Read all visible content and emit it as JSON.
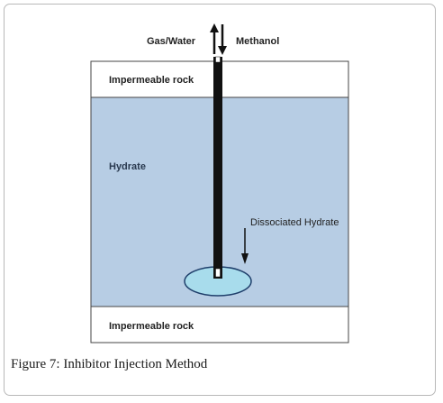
{
  "diagram": {
    "labels": {
      "gas_water": "Gas/Water",
      "methanol": "Methanol",
      "impermeable_rock_top": "Impermeable rock",
      "hydrate": "Hydrate",
      "dissociated_hydrate": "Dissociated Hydrate",
      "impermeable_rock_bottom": "Impermeable rock"
    },
    "colors": {
      "hydrate_fill": "#b7cde4",
      "dissociation_zone_fill": "#a8dcec",
      "rock_fill": "#ffffff",
      "well_pipe": "#111111",
      "outline": "#444444"
    }
  },
  "caption": {
    "prefix": "Figure 7:",
    "text": "Inhibitor Injection Method"
  }
}
